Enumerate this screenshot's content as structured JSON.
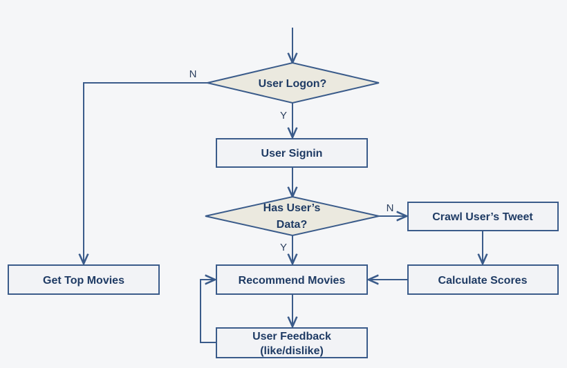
{
  "colors": {
    "background": "#f5f6f8",
    "node_fill": "#f2f3f6",
    "decision_fill": "#ebe9df",
    "stroke": "#3a5b8a",
    "text": "#1f3b64"
  },
  "nodes": {
    "user_logon": {
      "kind": "decision",
      "lines": [
        "User Logon?"
      ]
    },
    "user_signin": {
      "kind": "process",
      "lines": [
        "User Signin"
      ]
    },
    "has_user_data": {
      "kind": "decision",
      "lines": [
        "Has User’s",
        "Data?"
      ]
    },
    "crawl_tweet": {
      "kind": "process",
      "lines": [
        "Crawl User’s Tweet"
      ]
    },
    "get_top_movies": {
      "kind": "process",
      "lines": [
        "Get Top Movies"
      ]
    },
    "recommend_movies": {
      "kind": "process",
      "lines": [
        "Recommend Movies"
      ]
    },
    "calculate_scores": {
      "kind": "process",
      "lines": [
        "Calculate Scores"
      ]
    },
    "user_feedback": {
      "kind": "process",
      "lines": [
        "User Feedback",
        "(like/dislike)"
      ]
    }
  },
  "edge_labels": {
    "logon_no": "N",
    "logon_yes": "Y",
    "data_no": "N",
    "data_yes": "Y"
  }
}
